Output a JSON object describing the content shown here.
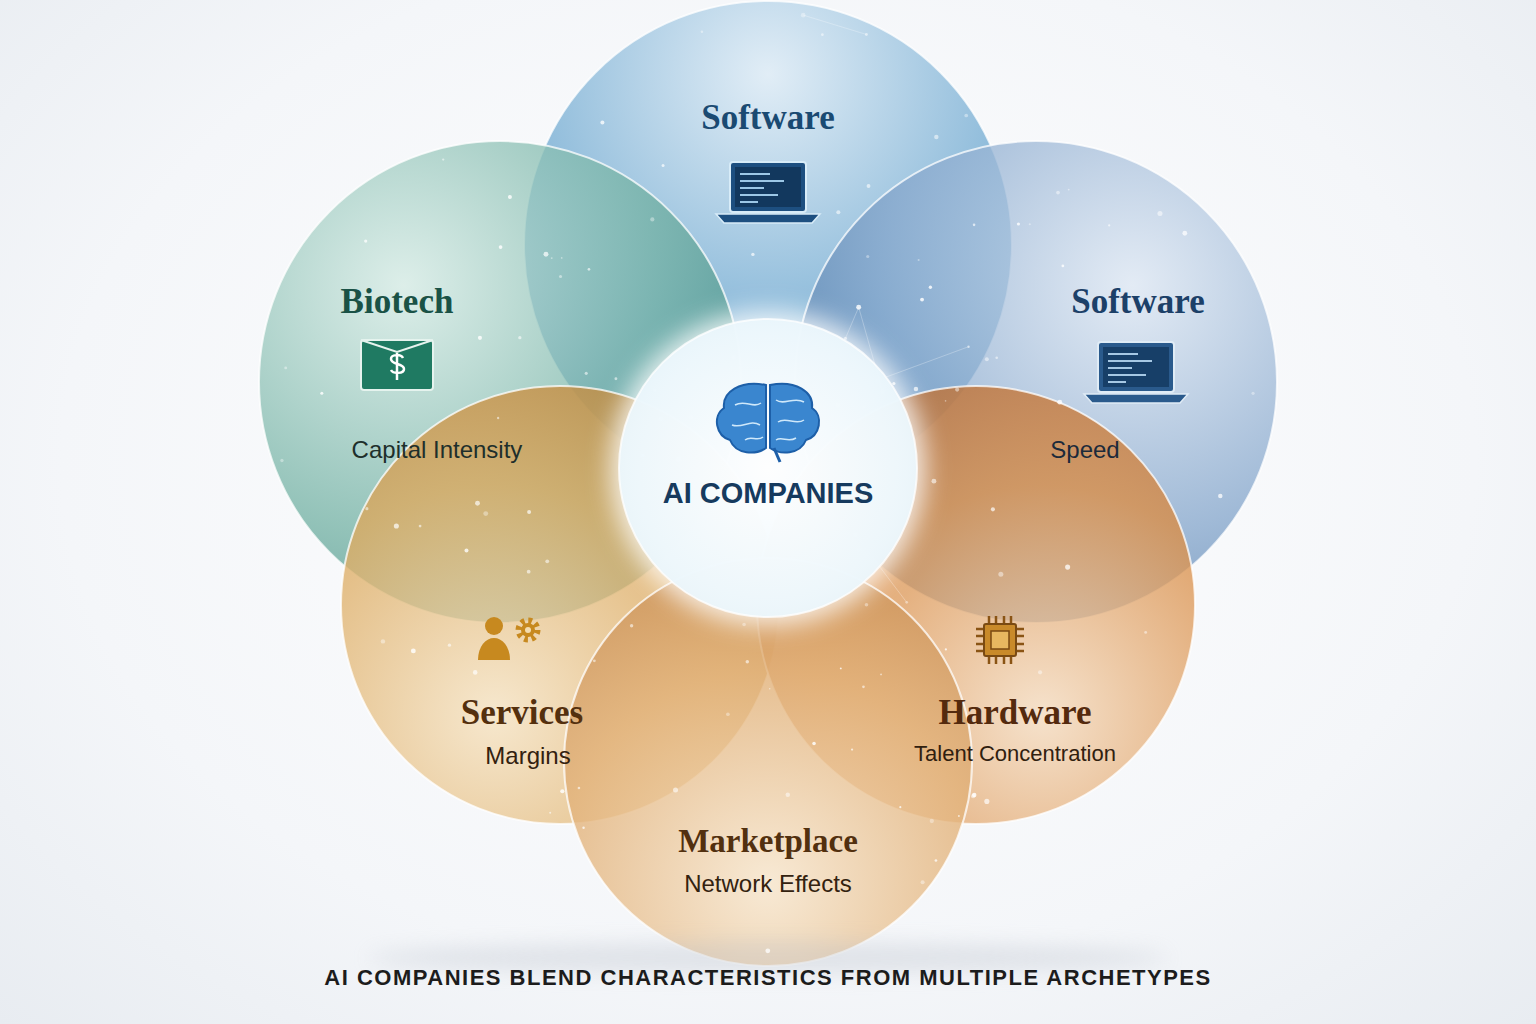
{
  "diagram": {
    "caption": "AI COMPANIES BLEND CHARACTERISTICS FROM MULTIPLE ARCHETYPES",
    "nodes": [
      {
        "text": [
          "Software"
        ]
      },
      {
        "text": [
          "Biotech",
          "Capital Intensity"
        ]
      },
      {
        "text": [
          "Software",
          "Speed"
        ]
      },
      {
        "text": [
          "AI COMPANIES"
        ]
      },
      {
        "text": [
          "Services",
          "Margins"
        ]
      },
      {
        "text": [
          "Hardware",
          "Talent Concentration"
        ]
      },
      {
        "text": [
          "Marketplace",
          "Network Effects"
        ]
      }
    ]
  }
}
